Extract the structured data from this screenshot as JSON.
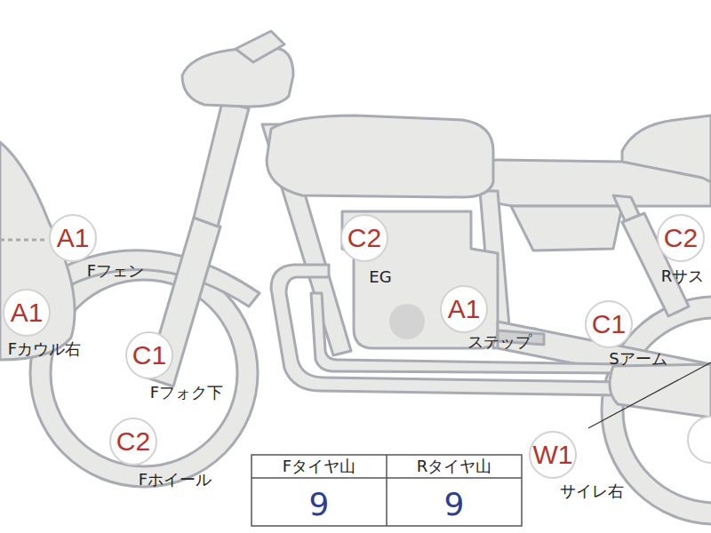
{
  "diagram": {
    "nodes": [
      {
        "text": [
          "A1",
          "Fフェン"
        ]
      },
      {
        "text": [
          "A1",
          "Fカウル右"
        ]
      },
      {
        "text": [
          "C1",
          "Fフォク下"
        ]
      },
      {
        "text": [
          "C2",
          "Fホイール"
        ]
      },
      {
        "text": [
          "C2",
          "EG"
        ]
      },
      {
        "text": [
          "A1",
          "ステップ"
        ]
      },
      {
        "text": [
          "C1",
          "Sアーム"
        ]
      },
      {
        "text": [
          "W1",
          "サイレ右"
        ]
      },
      {
        "text": [
          "C2",
          "Rサス"
        ]
      }
    ],
    "labels": [
      "Fタイヤ山",
      "Rタイヤ山",
      "9",
      "9"
    ]
  }
}
